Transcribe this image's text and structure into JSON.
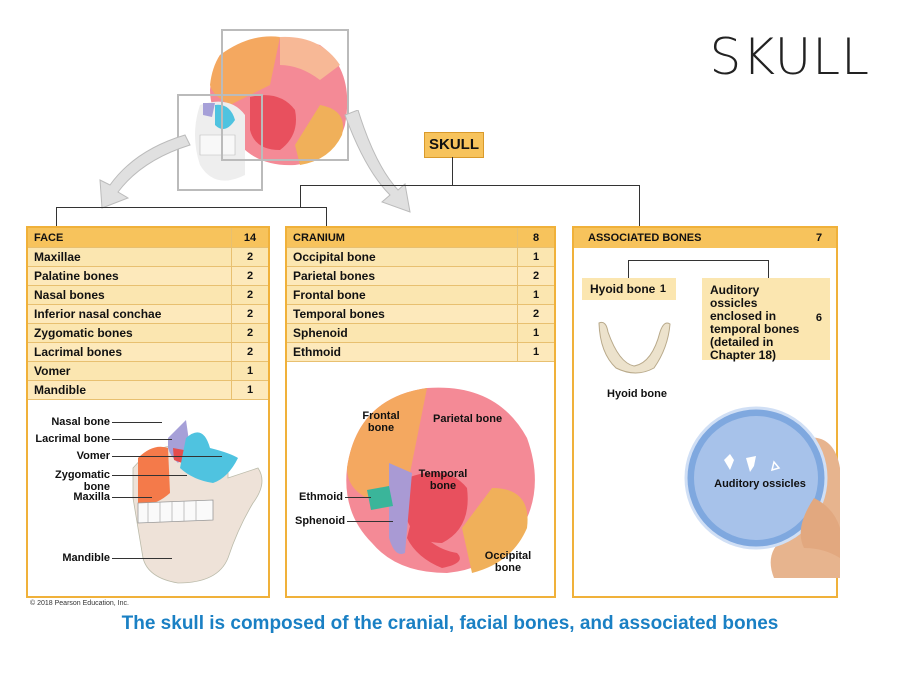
{
  "title": "SKULL",
  "root_label": "SKULL",
  "face": {
    "header": "FACE",
    "header_count": "14",
    "rows": [
      {
        "name": "Maxillae",
        "count": "2"
      },
      {
        "name": "Palatine bones",
        "count": "2"
      },
      {
        "name": "Nasal bones",
        "count": "2"
      },
      {
        "name": "Inferior nasal conchae",
        "count": "2"
      },
      {
        "name": "Zygomatic bones",
        "count": "2"
      },
      {
        "name": "Lacrimal bones",
        "count": "2"
      },
      {
        "name": "Vomer",
        "count": "1"
      },
      {
        "name": "Mandible",
        "count": "1"
      }
    ],
    "labels": {
      "nasal": "Nasal bone",
      "lacrimal": "Lacrimal bone",
      "vomer": "Vomer",
      "zygomatic": "Zygomatic bone",
      "maxilla": "Maxilla",
      "mandible": "Mandible"
    }
  },
  "cranium": {
    "header": "CRANIUM",
    "header_count": "8",
    "rows": [
      {
        "name": "Occipital bone",
        "count": "1"
      },
      {
        "name": "Parietal bones",
        "count": "2"
      },
      {
        "name": "Frontal bone",
        "count": "1"
      },
      {
        "name": "Temporal bones",
        "count": "2"
      },
      {
        "name": "Sphenoid",
        "count": "1"
      },
      {
        "name": "Ethmoid",
        "count": "1"
      }
    ],
    "labels": {
      "frontal": "Frontal bone",
      "parietal": "Parietal bone",
      "temporal": "Temporal bone",
      "ethmoid": "Ethmoid",
      "sphenoid": "Sphenoid",
      "occipital": "Occipital bone"
    }
  },
  "associated": {
    "header": "ASSOCIATED BONES",
    "header_count": "7",
    "hyoid_label": "Hyoid bone",
    "hyoid_count": "1",
    "ossicles_label": "Auditory ossicles enclosed in temporal bones (detailed in Chapter 18)",
    "ossicles_count": "6",
    "hyoid_caption": "Hyoid bone",
    "ossicles_caption": "Auditory ossicles"
  },
  "copyright": "© 2018 Pearson Education, Inc.",
  "caption": "The skull is composed of the cranial, facial bones, and associated bones",
  "colors": {
    "header": "#f7c35c",
    "row": "#fbe6b0",
    "border": "#f0b13a",
    "caption": "#1a80c4",
    "frontal": "#f4a860",
    "parietal": "#f48a96",
    "temporal": "#e8505e",
    "occipital": "#f0b05a",
    "sphenoid": "#a99ad4",
    "ethmoid": "#3ab59a",
    "lacrimal": "#e44d4d",
    "zygomatic": "#4fc3e0",
    "maxilla": "#f47a4a",
    "nasal": "#a6a0d8",
    "vomer": "#b0a6dc"
  }
}
